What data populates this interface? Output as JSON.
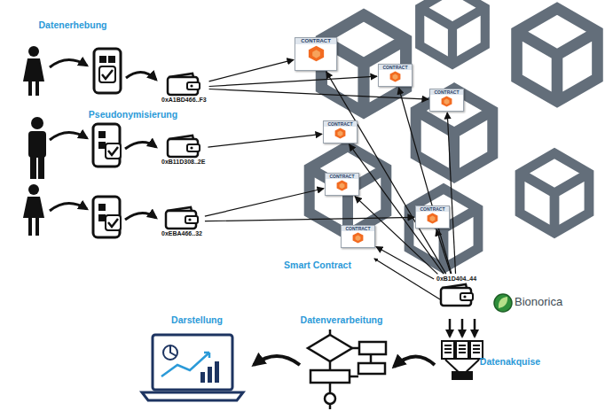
{
  "diagram": {
    "nodes": [
      {
        "text": [
          "0xA1BD466..F3"
        ]
      },
      {
        "text": [
          "0xB11D308..2E"
        ]
      },
      {
        "text": [
          "0xEBA466..32"
        ]
      },
      {
        "text": [
          "CONTRACT"
        ]
      },
      {
        "text": [
          "CONTRACT"
        ]
      },
      {
        "text": [
          "CONTRACT"
        ]
      },
      {
        "text": [
          "CONTRACT"
        ]
      },
      {
        "text": [
          "CONTRACT"
        ]
      },
      {
        "text": [
          "CONTRACT"
        ]
      },
      {
        "text": [
          "CONTRACT"
        ]
      },
      {
        "text": [
          "0xB1D404..44"
        ]
      }
    ],
    "edges": [
      {
        "from": 0,
        "to": 3,
        "arrow": "to"
      },
      {
        "from": 0,
        "to": 4,
        "arrow": "to"
      },
      {
        "from": 0,
        "to": 5,
        "arrow": "to"
      },
      {
        "from": 1,
        "to": 6,
        "arrow": "to"
      },
      {
        "from": 2,
        "to": 7,
        "arrow": "to"
      },
      {
        "from": 2,
        "to": 8,
        "arrow": "to"
      },
      {
        "from": 10,
        "to": 3,
        "arrow": "to"
      },
      {
        "from": 10,
        "to": 4,
        "arrow": "to"
      },
      {
        "from": 10,
        "to": 5,
        "arrow": "to"
      },
      {
        "from": 10,
        "to": 6,
        "arrow": "to"
      },
      {
        "from": 10,
        "to": 7,
        "arrow": "to"
      },
      {
        "from": 10,
        "to": 8,
        "arrow": "to"
      },
      {
        "from": 10,
        "to": 9,
        "arrow": "to"
      }
    ],
    "labels": [
      "Datenerhebung",
      "Pseudonymisierung",
      "Smart Contract",
      "Bionorica",
      "Darstellung",
      "Datenverarbeitung",
      "Datenakquise"
    ]
  }
}
